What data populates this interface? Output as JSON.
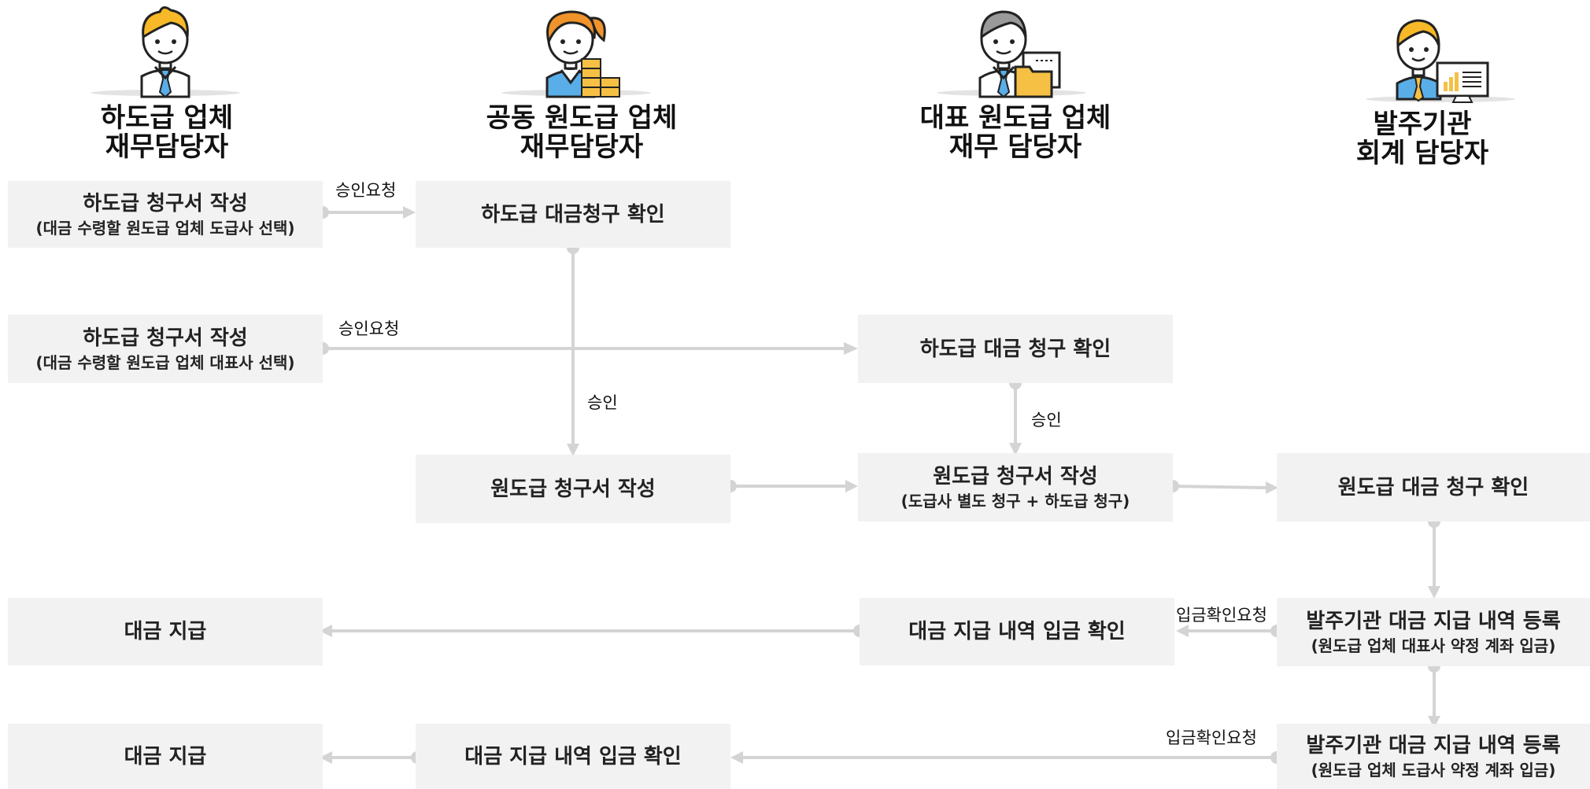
{
  "actors": [
    {
      "line1": "하도급 업체",
      "line2": "재무담당자",
      "icon": "man-avatar-icon"
    },
    {
      "line1": "공동 원도급 업체",
      "line2": "재무담당자",
      "icon": "woman-with-coins-icon"
    },
    {
      "line1": "대표 원도급 업체",
      "line2": "재무 담당자",
      "icon": "man-with-folder-icon"
    },
    {
      "line1": "발주기관",
      "line2": "회계 담당자",
      "icon": "man-with-monitor-icon"
    }
  ],
  "boxes": {
    "b1": {
      "main": "하도급 청구서 작성",
      "sub": "(대금 수령할 원도급 업체 도급사 선택)"
    },
    "b2": {
      "main": "하도급 대금청구 확인"
    },
    "b3": {
      "main": "하도급 청구서 작성",
      "sub": "(대금 수령할 원도급 업체 대표사 선택)"
    },
    "b4": {
      "main": "하도급 대금 청구 확인"
    },
    "b5": {
      "main": "원도급 청구서 작성"
    },
    "b6": {
      "main": "원도급 청구서 작성",
      "sub": "(도급사 별도 청구 + 하도급 청구)"
    },
    "b7": {
      "main": "원도급 대금 청구 확인"
    },
    "b8": {
      "main": "대금 지급"
    },
    "b9": {
      "main": "대금 지급 내역 입금 확인"
    },
    "b10": {
      "main": "발주기관 대금 지급 내역 등록",
      "sub": "(원도급 업체 대표사 약정 계좌 입금)"
    },
    "b11": {
      "main": "대금 지급"
    },
    "b12": {
      "main": "대금 지급 내역 입금 확인"
    },
    "b13": {
      "main": "발주기관 대금 지급 내역 등록",
      "sub": "(원도급 업체 도급사 약정 계좌 입금)"
    }
  },
  "labels": {
    "l1": "승인요청",
    "l2": "승인요청",
    "l3": "승인",
    "l4": "승인",
    "l5": "입금확인요청",
    "l6": "입금확인요청"
  },
  "colors": {
    "box_bg": "#f2f2f2",
    "arrow": "#d4d4d4",
    "hair_yellow": "#f7b928",
    "hair_orange": "#f0932b",
    "hair_gray": "#9a9a9a",
    "shirt_blue": "#5aaee8",
    "coin_gold": "#f5c044"
  }
}
